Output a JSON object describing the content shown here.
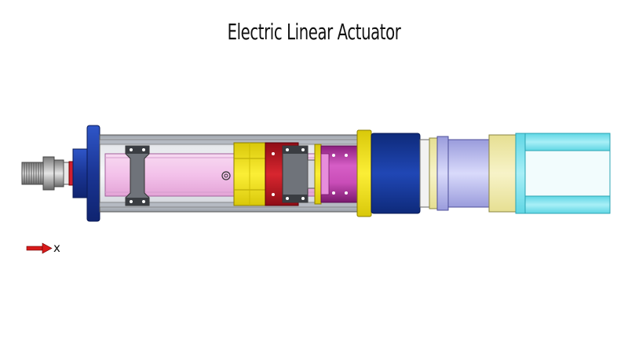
{
  "title": "Electric Linear Actuator",
  "axis": {
    "label": "x",
    "arrow_color": "#d81a1a"
  },
  "colors": {
    "flange_blue": "#1f3fa8",
    "housing_gray": "#c8cdd6",
    "screw_pink": "#f0b9e6",
    "collar_yellow": "#f5e61e",
    "nut_red": "#c81f2a",
    "bushing_magenta": "#c040b0",
    "motor_blue": "#163a9c",
    "cream": "#f3efb4",
    "lavender": "#aeb0e8",
    "cylinder_cyan": "#88e6f0"
  },
  "parts": [
    "threaded-connector",
    "end-flange",
    "outer-housing",
    "lead-screw",
    "bearing-clamp",
    "coupling-collar",
    "ball-nut",
    "guide-bushing",
    "motor-flange",
    "motor-body",
    "output-shaft",
    "cylinder-barrel"
  ]
}
